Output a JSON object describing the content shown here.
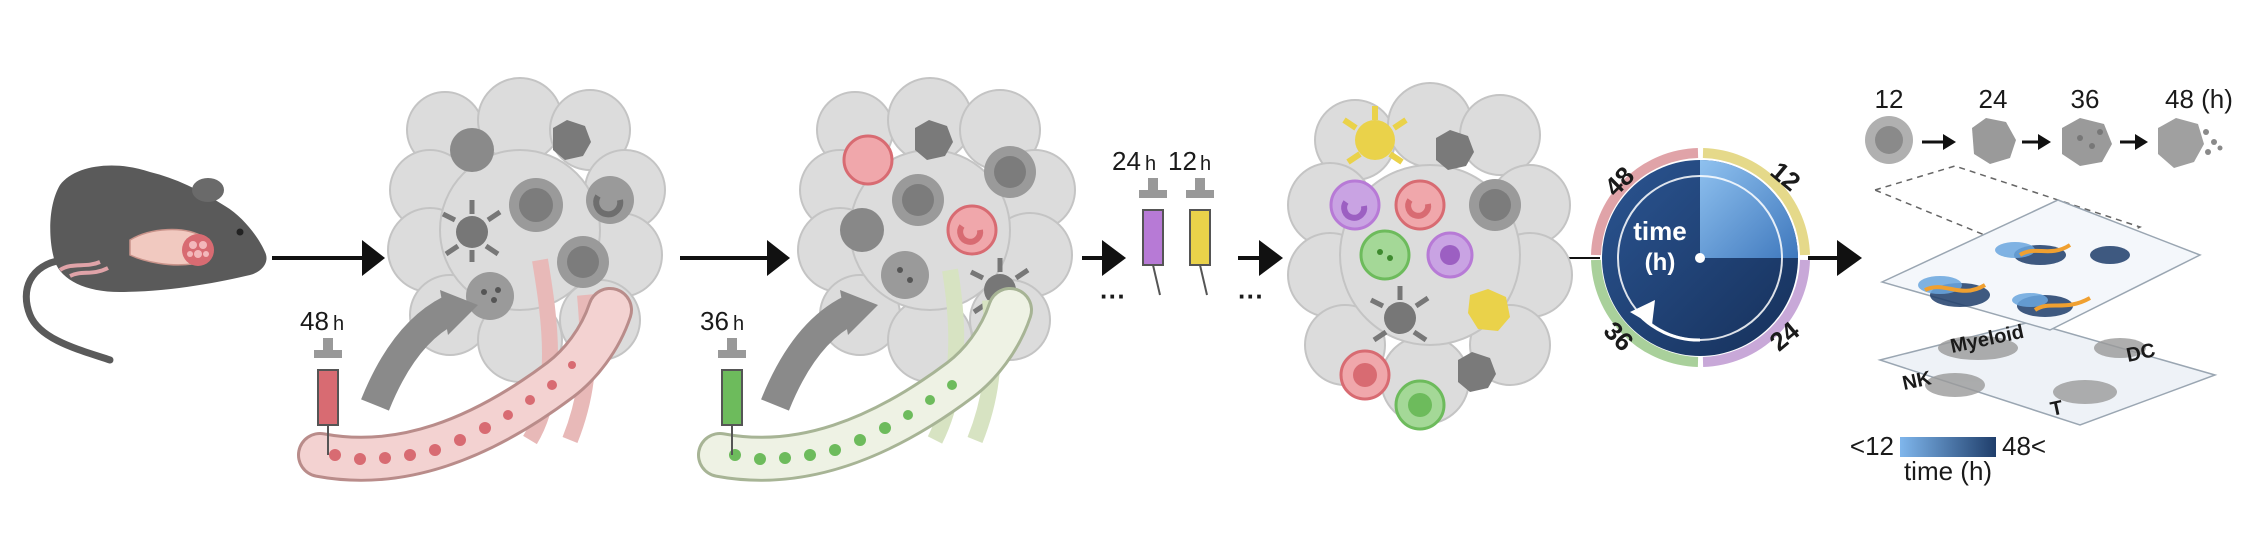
{
  "labels": {
    "syringe_48": "48",
    "syringe_36": "36",
    "syringe_24": "24",
    "syringe_12": "12",
    "unit_h": "h",
    "ellipsis": "···"
  },
  "clock": {
    "center_title": "time",
    "center_unit": "(h)",
    "tick_48": "48",
    "tick_12": "12",
    "tick_24": "24",
    "tick_36": "36"
  },
  "progression": {
    "t12": "12",
    "t24": "24",
    "t36": "36",
    "t48": "48 (h)"
  },
  "clusters": {
    "myeloid": "Myeloid",
    "dc": "DC",
    "nk": "NK",
    "t": "T"
  },
  "colorbar": {
    "min_label": "<12",
    "max_label": "48<",
    "title": "time (h)"
  },
  "colors": {
    "red": "#d86b72",
    "green": "#6dbb5c",
    "purple": "#b77ad6",
    "yellow": "#ead24a",
    "navy": "#1f3e6b",
    "light_blue": "#6aa6de"
  }
}
